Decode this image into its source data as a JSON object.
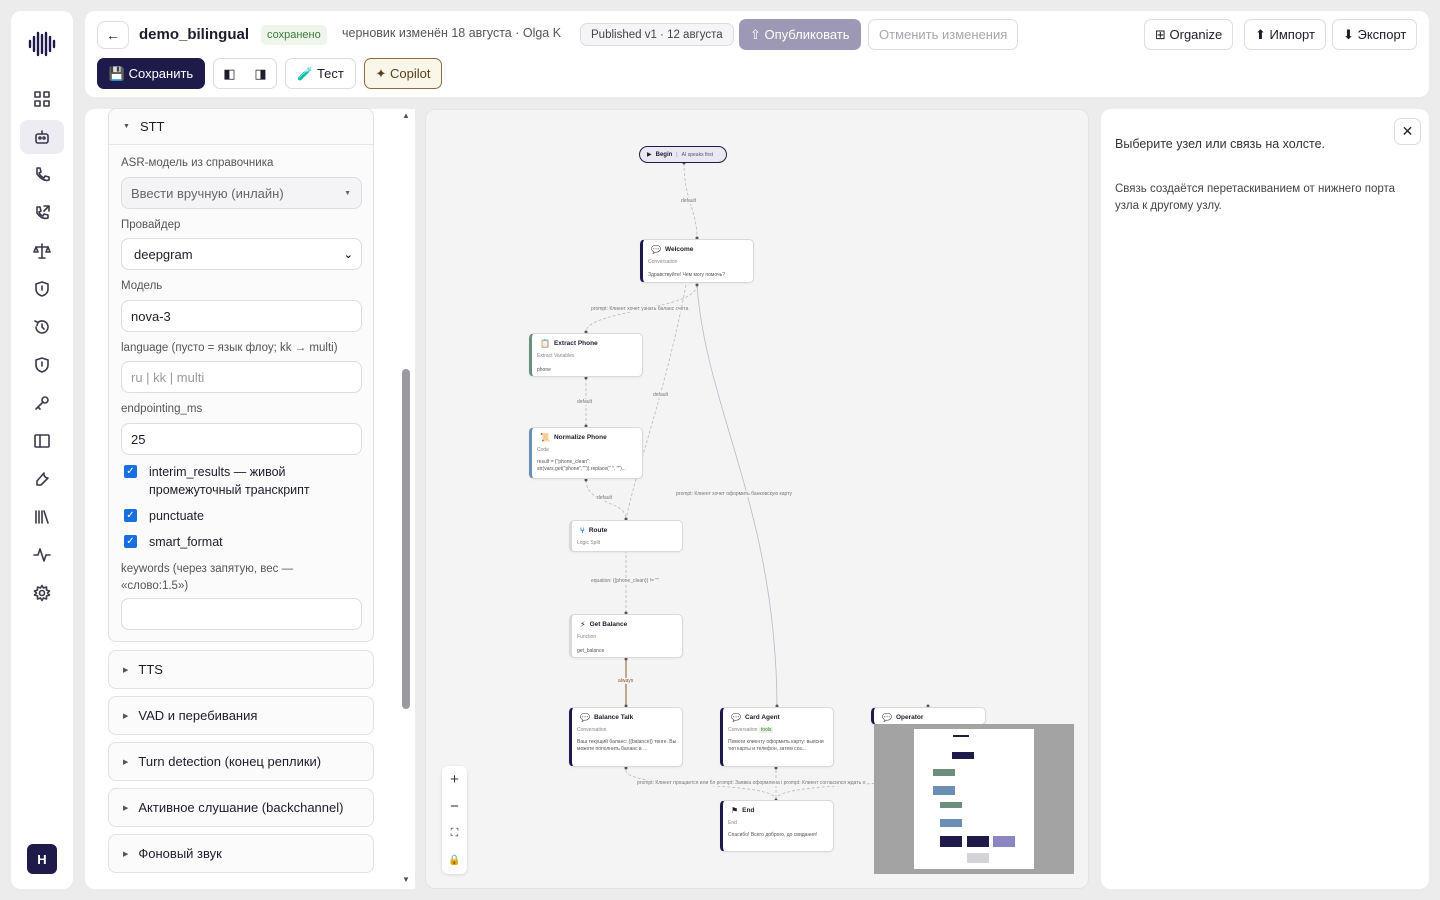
{
  "header": {
    "back": "←",
    "title": "demo_bilingual",
    "saved_badge": "сохранено",
    "draft_info": "черновик изменён 18 августа · Olga K",
    "published_badge": "Published v1 · 12 августа",
    "publish": "⇧ Опубликовать",
    "revert": "Отменить изменения",
    "organize": "⊞ Organize",
    "import": "⬆ Импорт",
    "export": "⬇ Экспорт",
    "save": "💾 Сохранить",
    "panel_left": "◧",
    "panel_right": "◨",
    "test": "🧪 Тест",
    "copilot": "✦ Copilot"
  },
  "nav": {
    "avatar": "H",
    "icons": [
      "dashboard-icon",
      "agents-icon",
      "phone-icon",
      "outbound-call-icon",
      "scales-icon",
      "shield-icon",
      "history-icon",
      "shield-check-icon",
      "key-icon",
      "sidebar-icon",
      "tools-icon",
      "library-icon",
      "activity-icon",
      "settings-icon"
    ]
  },
  "settings": {
    "stt": {
      "title": "STT",
      "asr_label": "ASR-модель из справочника",
      "asr_value": "Ввести вручную (инлайн)",
      "provider_label": "Провайдер",
      "provider_value": "deepgram",
      "model_label": "Модель",
      "model_value": "nova-3",
      "language_label": "language (пусто = язык флоу; kk → multi)",
      "language_placeholder": "ru | kk | multi",
      "endpointing_label": "endpointing_ms",
      "endpointing_value": "25",
      "interim": "interim_results — живой промежуточный транскрипт",
      "punctuate": "punctuate",
      "smart_format": "smart_format",
      "keywords_label": "keywords (через запятую, вес — «слово:1.5»)"
    },
    "sections": [
      "TTS",
      "VAD и перебивания",
      "Turn detection (конец реплики)",
      "Активное слушание (backchannel)",
      "Фоновый звук"
    ]
  },
  "canvas": {
    "begin": "Begin",
    "begin_sub": "AI speaks first",
    "nodes": {
      "welcome": {
        "title": "Welcome",
        "type": "Conversation",
        "text": "Здравствуйте! Чем могу помочь?"
      },
      "extract": {
        "title": "Extract Phone",
        "type": "Extract Variables",
        "text": "phone"
      },
      "normalize": {
        "title": "Normalize Phone",
        "type": "Code",
        "text": "result = {\"phone_clean\": str(vars.get(\"phone\",\"\")).replace(\" \", \"\")..."
      },
      "route": {
        "title": "Route",
        "type": "Logic Split",
        "text": ""
      },
      "balance": {
        "title": "Get Balance",
        "type": "Function",
        "text": "get_balance"
      },
      "balance_talk": {
        "title": "Balance Talk",
        "type": "Conversation",
        "text": "Ваш текущий баланс: {{balance}} тенге. Вы можете пополнить баланс в ..."
      },
      "card": {
        "title": "Card Agent",
        "type": "Conversation",
        "tools": "tools",
        "text": "Помоги клиенту оформить карту: выясни тип карты и телефон, затем соз..."
      },
      "operator": {
        "title": "Operator",
        "type": "",
        "text": ""
      },
      "end": {
        "title": "End",
        "type": "End",
        "text": "Спасибо! Всего доброго, до свидания!"
      }
    },
    "edges": {
      "e1": "default",
      "e2": "prompt: Клиент хочет узнать баланс счёта",
      "e3": "default",
      "e4": "default",
      "e5": "prompt: Клиент хочет оформить банковскую карту",
      "e6": "default",
      "e7": "equation: {{phone_clean}} != \"\"",
      "e8": "always",
      "e9": "prompt: Клиент прощается или бл prompt: Заявка оформлена i prompt: Клиент согласился ждать о"
    },
    "zoom": {
      "in": "+",
      "out": "−",
      "fit": "⛶",
      "lock": "🔒"
    }
  },
  "inspector": {
    "line1": "Выберите узел или связь на холсте.",
    "line2": "Связь создаётся перетаскиванием от нижнего порта узла к другому узлу."
  },
  "colors": {
    "primary": "#1e1b4b",
    "accent": "#1a6fe0",
    "publish": "#9d99b4"
  }
}
